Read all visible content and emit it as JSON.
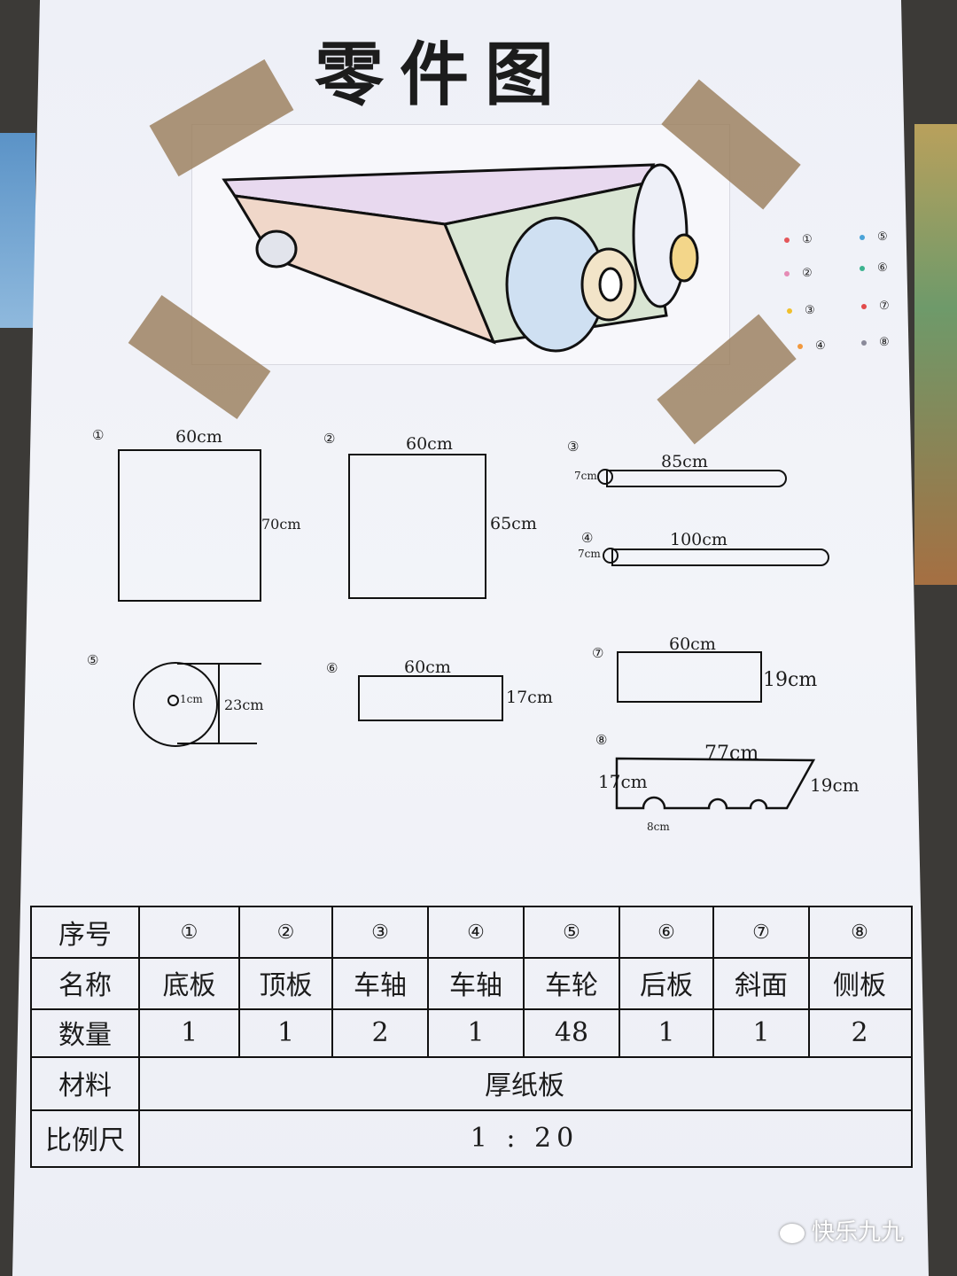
{
  "title": "零件图",
  "legend": [
    {
      "num": "①",
      "color": "#e4565a"
    },
    {
      "num": "⑤",
      "color": "#4aa3d8"
    },
    {
      "num": "②",
      "color": "#e58bb5"
    },
    {
      "num": "⑥",
      "color": "#3bb38f"
    },
    {
      "num": "③",
      "color": "#f0c02c"
    },
    {
      "num": "⑦",
      "color": "#e24b4b"
    },
    {
      "num": "④",
      "color": "#f2993e"
    },
    {
      "num": "⑧",
      "color": "#8a8a9a"
    }
  ],
  "parts": {
    "p1": {
      "num": "①",
      "width": "60cm",
      "height": "70cm"
    },
    "p2": {
      "num": "②",
      "width": "60cm",
      "height": "65cm"
    },
    "p3": {
      "num": "③",
      "length": "85cm",
      "dia": "7cm"
    },
    "p4": {
      "num": "④",
      "length": "100cm",
      "dia": "7cm"
    },
    "p5": {
      "num": "⑤",
      "hole": "1cm",
      "dia": "23cm"
    },
    "p6": {
      "num": "⑥",
      "width": "60cm",
      "height": "17cm"
    },
    "p7": {
      "num": "⑦",
      "width": "60cm",
      "height": "19cm"
    },
    "p8": {
      "num": "⑧",
      "top": "77cm",
      "left": "17cm",
      "right": "19cm",
      "notch": "8cm"
    }
  },
  "table": {
    "headers": {
      "seq": "序号",
      "name": "名称",
      "qty": "数量",
      "material": "材料",
      "scale": "比例尺"
    },
    "cols": [
      {
        "seq": "①",
        "name": "底板",
        "qty": "1"
      },
      {
        "seq": "②",
        "name": "顶板",
        "qty": "1"
      },
      {
        "seq": "③",
        "name": "车轴",
        "qty": "2"
      },
      {
        "seq": "④",
        "name": "车轴",
        "qty": "1"
      },
      {
        "seq": "⑤",
        "name": "车轮",
        "qty": "48"
      },
      {
        "seq": "⑥",
        "name": "后板",
        "qty": "1"
      },
      {
        "seq": "⑦",
        "name": "斜面",
        "qty": "1"
      },
      {
        "seq": "⑧",
        "name": "侧板",
        "qty": "2"
      }
    ],
    "material_value": "厚纸板",
    "scale_value": "1 : 20"
  },
  "watermark": "快乐九九"
}
